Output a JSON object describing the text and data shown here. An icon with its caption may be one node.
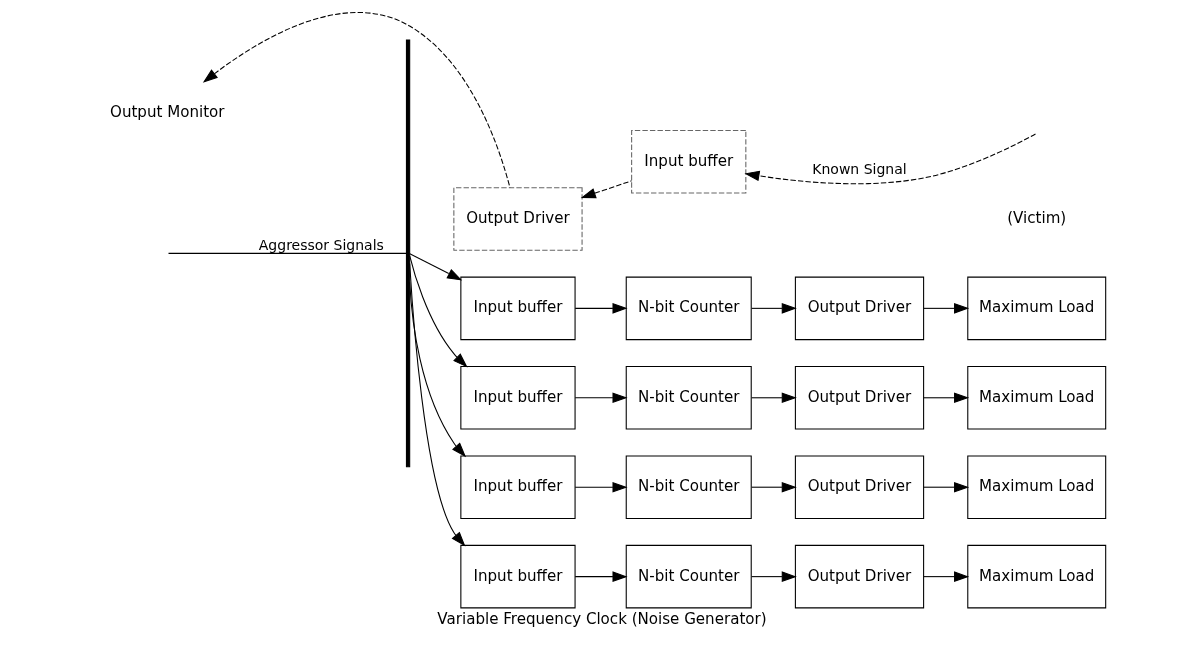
{
  "diagram": {
    "caption": "Variable Frequency Clock (Noise Generator)",
    "nodes": [
      {
        "text": [
          "Input buffer"
        ]
      },
      {
        "text": [
          "N-bit Counter"
        ]
      },
      {
        "text": [
          "Output Driver"
        ]
      },
      {
        "text": [
          "Maximum Load"
        ]
      },
      {
        "text": [
          "Input buffer"
        ]
      },
      {
        "text": [
          "N-bit Counter"
        ]
      },
      {
        "text": [
          "Output Driver"
        ]
      },
      {
        "text": [
          "Maximum Load"
        ]
      },
      {
        "text": [
          "Output Monitor"
        ]
      },
      {
        "text": [
          "Output Driver"
        ]
      },
      {
        "text": [
          "Input buffer"
        ]
      },
      {
        "text": [
          "Input buffer"
        ]
      },
      {
        "text": [
          "N-bit Counter"
        ]
      },
      {
        "text": [
          "Output Driver"
        ]
      },
      {
        "text": [
          "Maximum Load"
        ]
      },
      {
        "text": [
          "Input buffer"
        ]
      },
      {
        "text": [
          "N-bit Counter"
        ]
      },
      {
        "text": [
          "Output Driver"
        ]
      },
      {
        "text": [
          "Maximum Load"
        ]
      },
      {
        "text": [],
        "shape": "bar"
      }
    ],
    "edges": [
      {
        "from": 19,
        "to": 0,
        "arrow": "to"
      },
      {
        "from": 0,
        "to": 1,
        "arrow": "to"
      },
      {
        "from": 1,
        "to": 2,
        "arrow": "to"
      },
      {
        "from": 2,
        "to": 3,
        "arrow": "to"
      },
      {
        "from": 19,
        "to": 4,
        "arrow": "to"
      },
      {
        "from": 4,
        "to": 5,
        "arrow": "to"
      },
      {
        "from": 5,
        "to": 6,
        "arrow": "to"
      },
      {
        "from": 6,
        "to": 7,
        "arrow": "to"
      },
      {
        "from": 9,
        "to": 8,
        "arrow": "to",
        "style": "dashed"
      },
      {
        "from": 10,
        "to": 9,
        "arrow": "to",
        "style": "dashed"
      },
      {
        "from": null,
        "to": 10,
        "arrow": "to",
        "style": "dashed",
        "label": "Known Signal"
      },
      {
        "from": 19,
        "to": 11,
        "arrow": "to"
      },
      {
        "from": 11,
        "to": 12,
        "arrow": "to"
      },
      {
        "from": 12,
        "to": 13,
        "arrow": "to"
      },
      {
        "from": 13,
        "to": 14,
        "arrow": "to"
      },
      {
        "from": null,
        "to": 19,
        "arrow": "none",
        "label": "Aggressor Signals"
      },
      {
        "from": 19,
        "to": 15,
        "arrow": "to"
      },
      {
        "from": 15,
        "to": 16,
        "arrow": "to"
      },
      {
        "from": 16,
        "to": 17,
        "arrow": "to"
      },
      {
        "from": 17,
        "to": 18,
        "arrow": "to"
      }
    ],
    "labels": [
      "(Victim)"
    ]
  }
}
